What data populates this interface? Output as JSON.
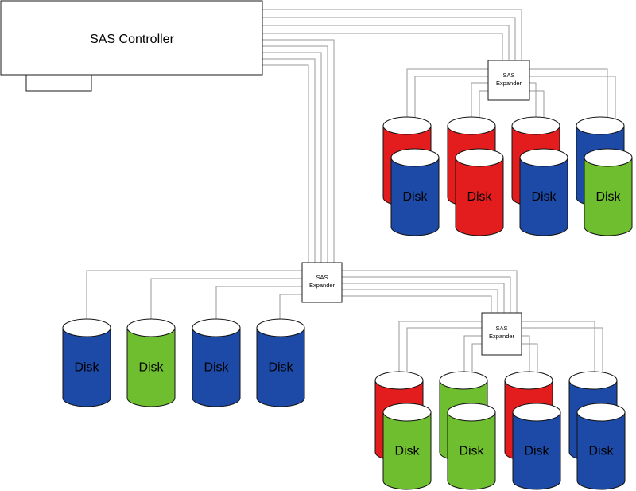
{
  "controller": {
    "label": "SAS Controller"
  },
  "expanders": {
    "top": [
      "SAS",
      "Expander"
    ],
    "middle": [
      "SAS",
      "Expander"
    ],
    "bottom": [
      "SAS",
      "Expander"
    ]
  },
  "disk_label": "Disk",
  "colors": {
    "red": "#e31d1d",
    "blue": "#1d4aa6",
    "green": "#6fbe2f",
    "wire": "#9a9a9a"
  },
  "groups": {
    "top": {
      "pairs": [
        {
          "back": "red",
          "front": "blue"
        },
        {
          "back": "red",
          "front": "red"
        },
        {
          "back": "red",
          "front": "blue"
        },
        {
          "back": "blue",
          "front": "green"
        }
      ]
    },
    "middle": {
      "disks": [
        "blue",
        "green",
        "blue",
        "blue"
      ]
    },
    "bottom": {
      "pairs": [
        {
          "back": "red",
          "front": "green"
        },
        {
          "back": "green",
          "front": "green"
        },
        {
          "back": "red",
          "front": "blue"
        },
        {
          "back": "blue",
          "front": "blue"
        }
      ]
    }
  }
}
